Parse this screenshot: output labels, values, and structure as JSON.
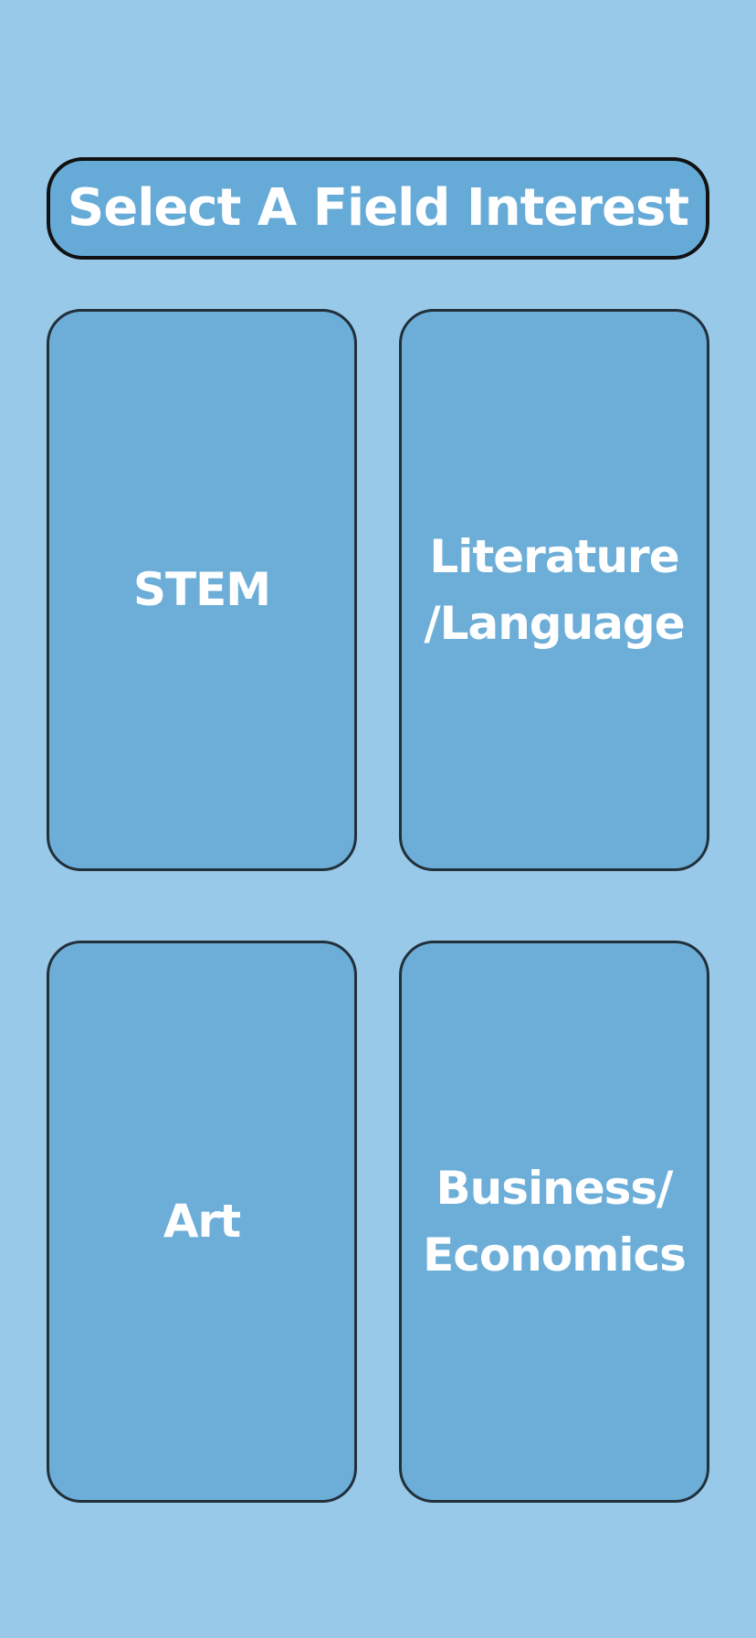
{
  "header": {
    "title": "Select A Field Interest"
  },
  "fields": [
    {
      "label": "STEM"
    },
    {
      "label": "Literature\n/Language"
    },
    {
      "label": "Art"
    },
    {
      "label": "Business/\nEconomics"
    }
  ],
  "colors": {
    "background": "#98c9e8",
    "title_fill": "#66aad7",
    "card_fill": "#6daed8",
    "border": "#22303a",
    "text": "#ffffff"
  }
}
